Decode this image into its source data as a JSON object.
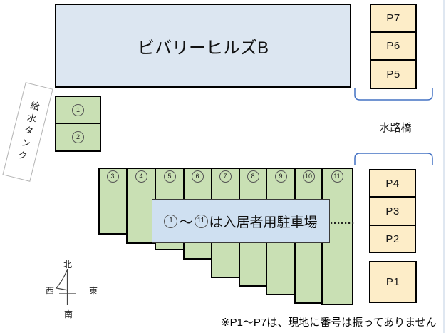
{
  "building": {
    "name": "ビバリーヒルズB"
  },
  "water_tank": {
    "label": "給水タンク"
  },
  "resident_spaces": [
    "1",
    "2",
    "3",
    "4",
    "5",
    "6",
    "7",
    "8",
    "9",
    "10",
    "11"
  ],
  "parking_label": {
    "from": "1",
    "tilde": "～",
    "to": "11",
    "suffix": "は入居者用駐車場"
  },
  "p_spaces_upper": [
    "P7",
    "P6",
    "P5"
  ],
  "p_spaces_lower": [
    "P4",
    "P3",
    "P2"
  ],
  "p_space_single": "P1",
  "bridge_label": "水路橋",
  "compass": {
    "north": "北",
    "south": "南",
    "east": "東",
    "west": "西"
  },
  "note": "※P1～P7は、現地に番号は振ってありません",
  "colors": {
    "building_fill": "#dce6f1",
    "label_box_fill": "#cfe0f1",
    "resident_space_fill": "#c9e0b4",
    "p_space_fill": "#fdedc8",
    "bracket_stroke": "#4472c4",
    "outline": "#000000"
  }
}
